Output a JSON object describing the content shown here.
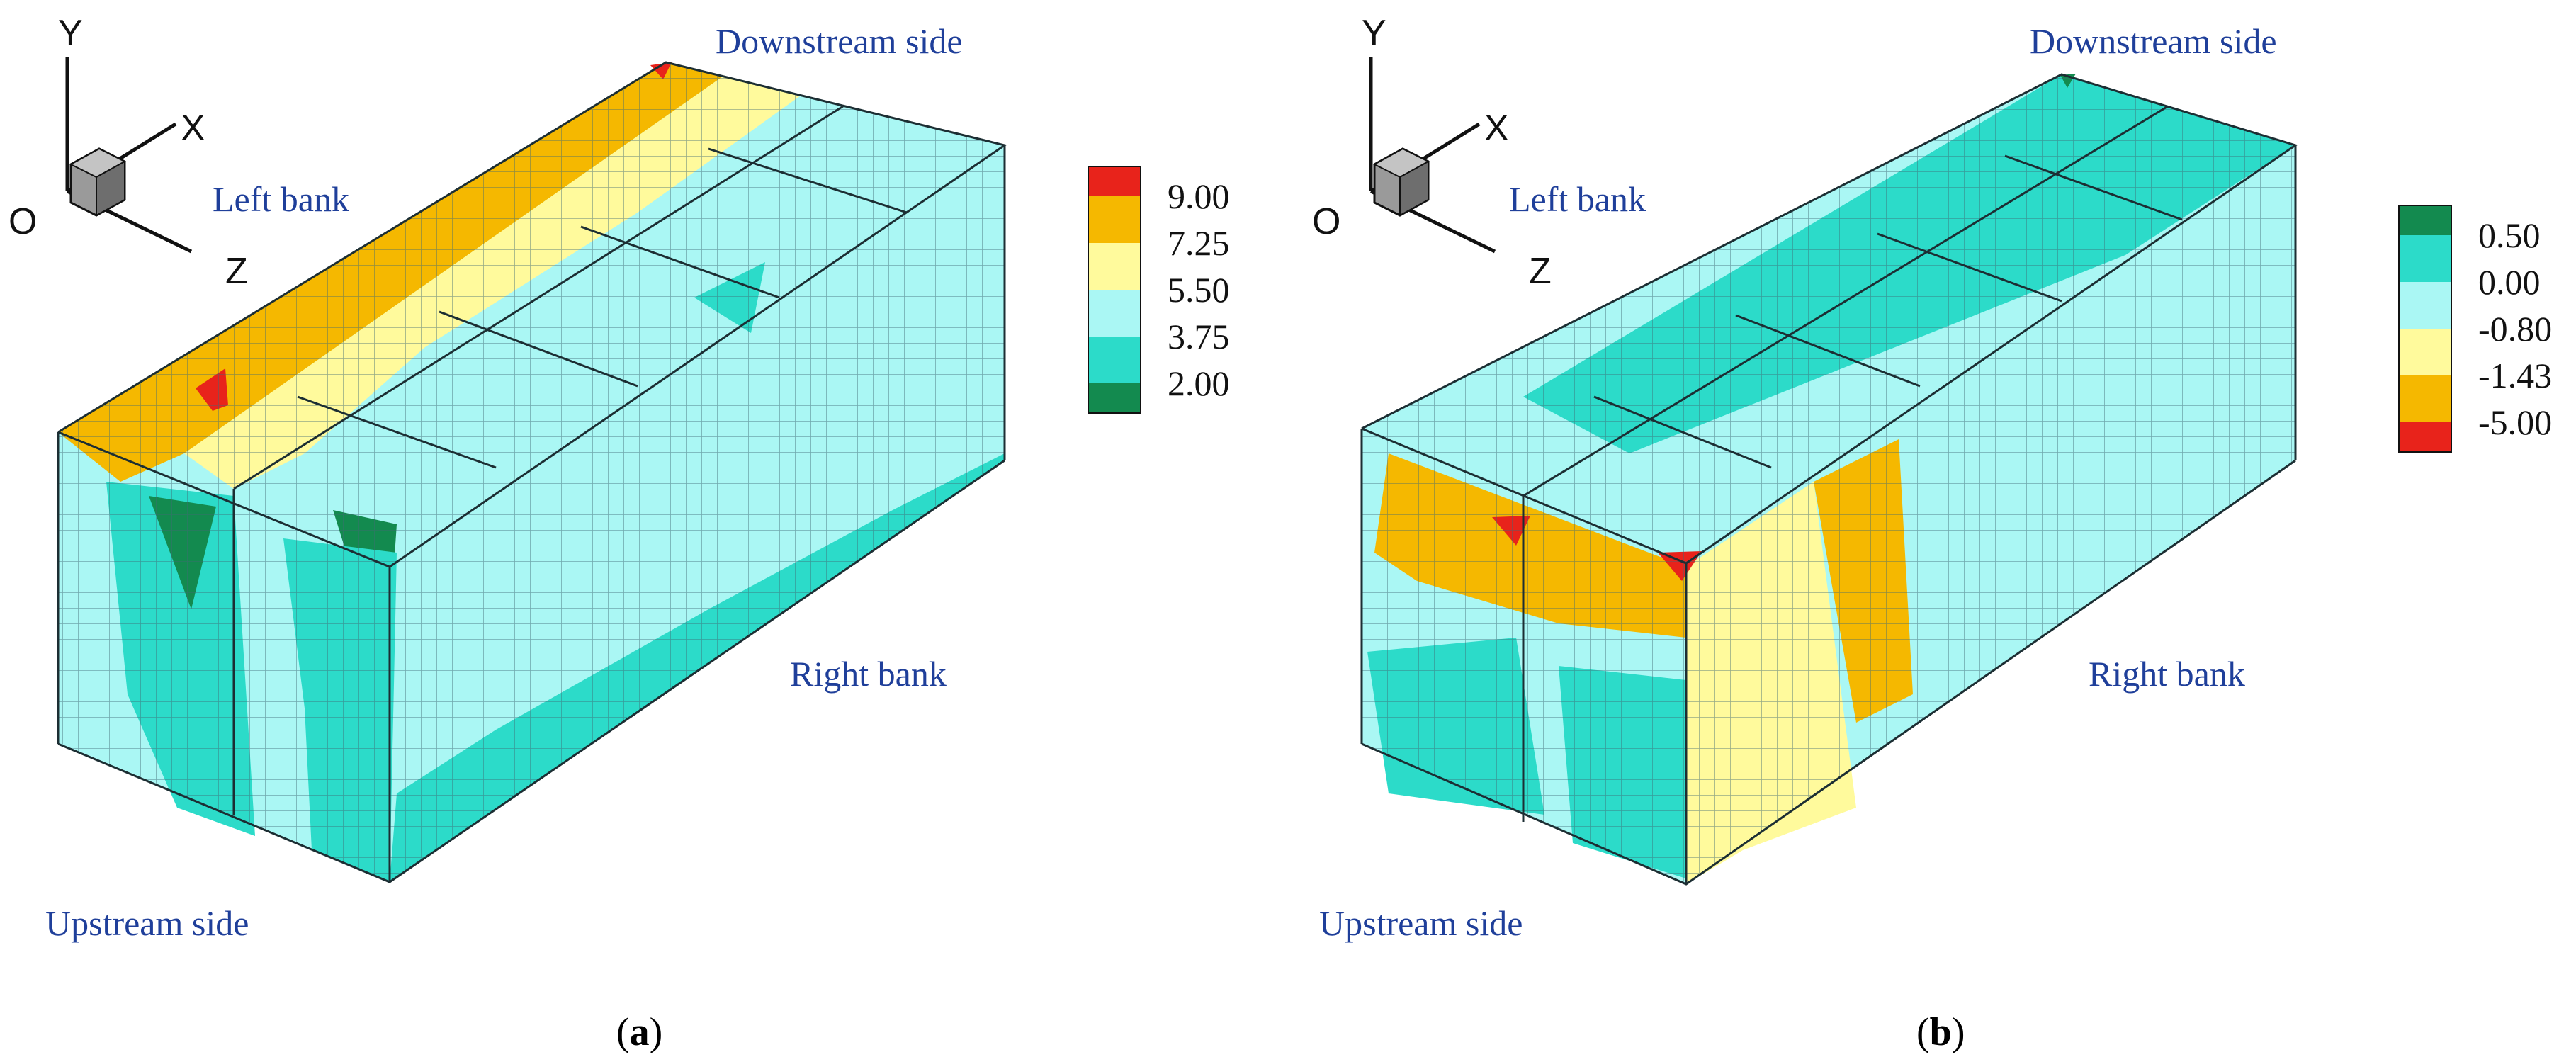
{
  "panels": [
    {
      "id": "a",
      "caption_letter": "a",
      "labels": {
        "downstream": "Downstream side",
        "left_bank": "Left bank",
        "right_bank": "Right bank",
        "upstream": "Upstream side"
      },
      "axes": {
        "y": "Y",
        "x": "X",
        "z": "Z",
        "origin": "O"
      },
      "legend": {
        "ticks": [
          "9.00",
          "7.25",
          "5.50",
          "3.75",
          "2.00"
        ],
        "band_values": [
          9.5,
          8.1,
          6.4,
          4.6,
          2.9,
          1.5
        ],
        "colors": [
          "#e8231b",
          "#f5b800",
          "#fffa9c",
          "#aaf7f4",
          "#2cdbc9",
          "#138a4f"
        ]
      },
      "zones": [
        {
          "value": 5.0,
          "note": "base"
        },
        {
          "value": 8.1
        },
        {
          "value": 6.4
        },
        {
          "value": 3.0
        },
        {
          "value": 1.5
        },
        {
          "value": 1.5
        },
        {
          "value": 9.5
        },
        {
          "value": 9.5
        },
        {
          "value": 3.0
        },
        {
          "value": 3.0
        },
        {
          "value": 3.0
        }
      ]
    },
    {
      "id": "b",
      "caption_letter": "b",
      "labels": {
        "downstream": "Downstream side",
        "left_bank": "Left bank",
        "right_bank": "Right bank",
        "upstream": "Upstream side"
      },
      "axes": {
        "y": "Y",
        "x": "X",
        "z": "Z",
        "origin": "O"
      },
      "legend": {
        "ticks": [
          "0.50",
          "0.00",
          "-0.80",
          "-1.43",
          "-5.00"
        ],
        "band_values": [
          0.8,
          0.25,
          -0.4,
          -1.1,
          -3.2,
          -5.5
        ],
        "colors": [
          "#138a4f",
          "#2cdbc9",
          "#aaf7f4",
          "#fffa9c",
          "#f5b800",
          "#e8231b"
        ]
      },
      "zones": [
        {
          "value": -0.4,
          "note": "base"
        },
        {
          "value": 0.25
        },
        {
          "value": -3.2
        },
        {
          "value": -3.2
        },
        {
          "value": -1.1
        },
        {
          "value": 0.25
        },
        {
          "value": 0.25
        },
        {
          "value": -5.5
        },
        {
          "value": -5.5
        },
        {
          "value": 0.8
        }
      ]
    }
  ],
  "colors": {
    "mesh": "#3f6a74",
    "outline": "#1c2e33",
    "label_blue": "#1f3f9a"
  }
}
